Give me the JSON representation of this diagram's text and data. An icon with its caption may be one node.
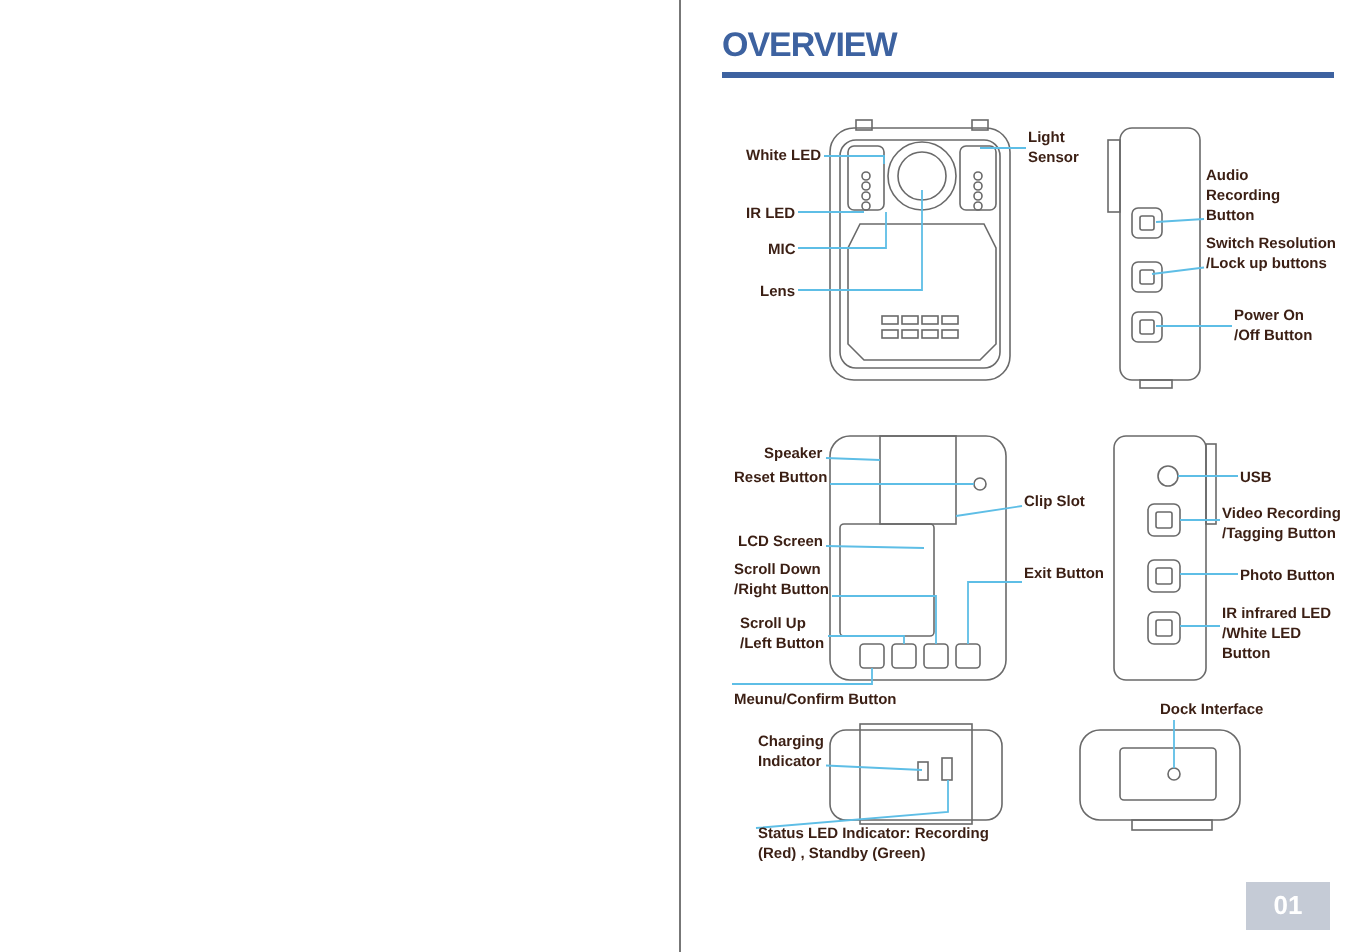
{
  "diagram": {
    "title": "OVERVIEW",
    "nodes": [
      {
        "text": [
          "White LED"
        ]
      },
      {
        "text": [
          "Light Sensor"
        ]
      },
      {
        "text": [
          "IR LED"
        ]
      },
      {
        "text": [
          "MIC"
        ]
      },
      {
        "text": [
          "Lens"
        ]
      },
      {
        "text": [
          "Audio Recording Button"
        ]
      },
      {
        "text": [
          "Switch Resolution /Lock up buttons"
        ]
      },
      {
        "text": [
          "Power On /Off Button"
        ]
      },
      {
        "text": [
          "Speaker"
        ]
      },
      {
        "text": [
          "Reset Button"
        ]
      },
      {
        "text": [
          "Clip Slot"
        ]
      },
      {
        "text": [
          "LCD Screen"
        ]
      },
      {
        "text": [
          "Scroll Down /Right Button"
        ]
      },
      {
        "text": [
          "Exit Button"
        ]
      },
      {
        "text": [
          "Scroll Up /Left Button"
        ]
      },
      {
        "text": [
          "Meunu/Confirm Button"
        ]
      },
      {
        "text": [
          "USB"
        ]
      },
      {
        "text": [
          "Video Recording /Tagging Button"
        ]
      },
      {
        "text": [
          "Photo Button"
        ]
      },
      {
        "text": [
          "IR infrared LED /White LED Button"
        ]
      },
      {
        "text": [
          "Dock Interface"
        ]
      },
      {
        "text": [
          "Charging Indicator"
        ]
      },
      {
        "text": [
          "Status LED Indicator: Recording (Red) , Standby (Green)"
        ]
      },
      {
        "text": [],
        "shape": "circle"
      },
      {
        "text": [],
        "shape": "box"
      },
      {
        "text": [],
        "shape": "box"
      },
      {
        "text": [],
        "shape": "box"
      },
      {
        "text": [],
        "shape": "box"
      }
    ],
    "edges": [
      {
        "from": 0,
        "to": null,
        "arrow": "none"
      },
      {
        "from": 1,
        "to": null,
        "arrow": "none"
      },
      {
        "from": 2,
        "to": null,
        "arrow": "none"
      },
      {
        "from": 3,
        "to": null,
        "arrow": "none"
      },
      {
        "from": 4,
        "to": null,
        "arrow": "none"
      },
      {
        "from": 5,
        "to": null,
        "arrow": "none"
      },
      {
        "from": 6,
        "to": null,
        "arrow": "none"
      },
      {
        "from": 7,
        "to": null,
        "arrow": "none"
      },
      {
        "from": 8,
        "to": null,
        "arrow": "none"
      },
      {
        "from": 9,
        "to": 23,
        "arrow": "none"
      },
      {
        "from": 10,
        "to": null,
        "arrow": "none"
      },
      {
        "from": 11,
        "to": null,
        "arrow": "none"
      },
      {
        "from": 12,
        "to": 26,
        "arrow": "none"
      },
      {
        "from": 13,
        "to": 27,
        "arrow": "none"
      },
      {
        "from": 14,
        "to": 25,
        "arrow": "none"
      },
      {
        "from": 15,
        "to": 24,
        "arrow": "none"
      },
      {
        "from": 16,
        "to": null,
        "arrow": "none"
      },
      {
        "from": 17,
        "to": null,
        "arrow": "none"
      },
      {
        "from": 18,
        "to": null,
        "arrow": "none"
      },
      {
        "from": 19,
        "to": null,
        "arrow": "none"
      },
      {
        "from": 20,
        "to": null,
        "arrow": "none"
      },
      {
        "from": 21,
        "to": null,
        "arrow": "none"
      },
      {
        "from": 22,
        "to": null,
        "arrow": "none"
      }
    ],
    "labels": [
      "01"
    ]
  }
}
